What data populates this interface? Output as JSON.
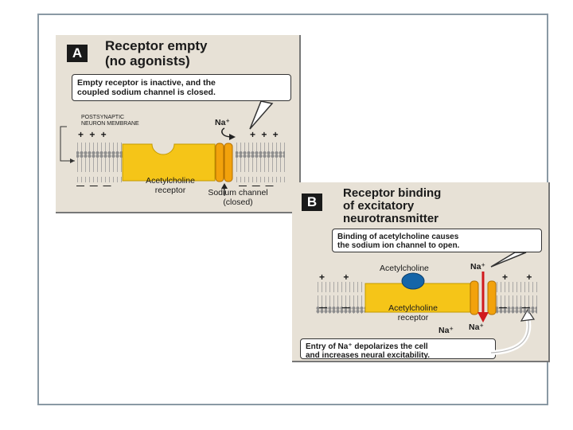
{
  "panel_a": {
    "letter": "A",
    "title_line1": "Receptor empty",
    "title_line2": "(no agonists)",
    "callout_line1": "Empty receptor is inactive, and the",
    "callout_line2": "coupled sodium channel is closed.",
    "membrane_label_line1": "POSTSYNAPTIC",
    "membrane_label_line2": "NEURON MEMBRANE",
    "na_label": "Na⁺",
    "plus_left": "+ + +",
    "plus_right": "+ + +",
    "minus_left": "— — —",
    "minus_right": "— — —",
    "receptor_label_line1": "Acetylcholine",
    "receptor_label_line2": "receptor",
    "channel_label_line1": "Sodium channel",
    "channel_label_line2": "(closed)"
  },
  "panel_b": {
    "letter": "B",
    "title_line1": "Receptor binding",
    "title_line2": "of excitatory",
    "title_line3": "neurotransmitter",
    "callout_line1": "Binding of acetylcholine causes",
    "callout_line2": "the sodium ion channel to open.",
    "ach_label": "Acetylcholine",
    "na_top": "Na⁺",
    "plus_left": "+ +",
    "plus_right": "+ +",
    "minus_left": "— —",
    "minus_right": "— —",
    "receptor_label_line1": "Acetylcholine",
    "receptor_label_line2": "receptor",
    "na_bottom_left": "Na⁺",
    "na_bottom_right": "Na⁺",
    "entry_line1": "Entry of Na⁺ depolarizes the cell",
    "entry_line2": "and increases neural excitability."
  },
  "colors": {
    "membrane": "#8c8c8c",
    "receptor": "#f5c518",
    "channel": "#f2a20c",
    "acetylcholine": "#1565a8",
    "na_arrow": "#d0191d",
    "panel_bg": "#e7e1d6"
  }
}
